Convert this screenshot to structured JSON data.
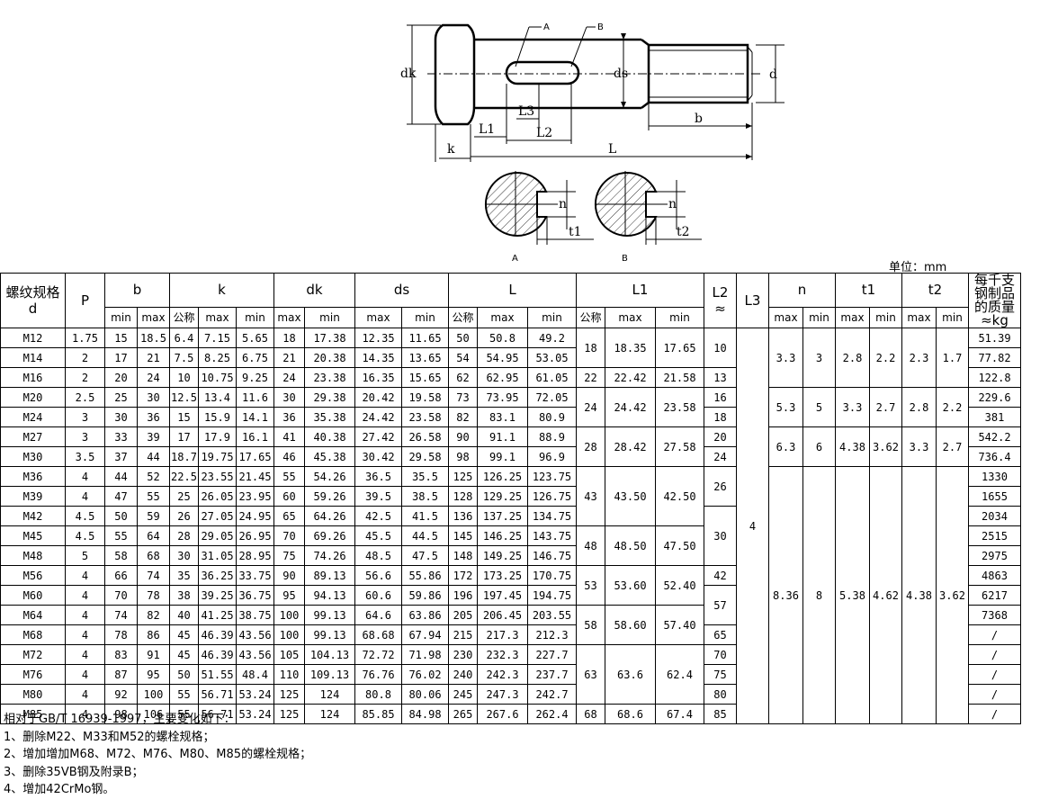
{
  "drawing": {
    "labels": {
      "A_top": "A",
      "B_top": "B",
      "dk": "dk",
      "ds": "ds",
      "d": "d",
      "L1": "L1",
      "L3": "L3",
      "L2": "L2",
      "b": "b",
      "k": "k",
      "L": "L",
      "n_a": "n",
      "t1": "t1",
      "n_b": "n",
      "t2": "t2",
      "A_bottom": "A",
      "B_bottom": "B"
    }
  },
  "unit_label": "单位：mm",
  "table": {
    "headers": {
      "d_title": "螺纹规格 d",
      "P": "P",
      "b": "b",
      "k": "k",
      "dk": "dk",
      "ds": "ds",
      "L": "L",
      "L1": "L1",
      "L2": "L2 ≈",
      "L3": "L3",
      "n": "n",
      "t1": "t1",
      "t2": "t2",
      "mass": "每千支钢制品的质量≈kg",
      "min": "min",
      "max": "max",
      "nominal": "公称"
    },
    "rows": [
      [
        "M12",
        "1.75",
        "15",
        "18.5",
        "6.4",
        "7.15",
        "5.65",
        "18",
        "17.38",
        "12.35",
        "11.65",
        "50",
        "50.8",
        "49.2",
        "51.39"
      ],
      [
        "M14",
        "2",
        "17",
        "21",
        "7.5",
        "8.25",
        "6.75",
        "21",
        "20.38",
        "14.35",
        "13.65",
        "54",
        "54.95",
        "53.05",
        "77.82"
      ],
      [
        "M16",
        "2",
        "20",
        "24",
        "10",
        "10.75",
        "9.25",
        "24",
        "23.38",
        "16.35",
        "15.65",
        "62",
        "62.95",
        "61.05",
        "122.8"
      ],
      [
        "M20",
        "2.5",
        "25",
        "30",
        "12.5",
        "13.4",
        "11.6",
        "30",
        "29.38",
        "20.42",
        "19.58",
        "73",
        "73.95",
        "72.05",
        "229.6"
      ],
      [
        "M24",
        "3",
        "30",
        "36",
        "15",
        "15.9",
        "14.1",
        "36",
        "35.38",
        "24.42",
        "23.58",
        "82",
        "83.1",
        "80.9",
        "381"
      ],
      [
        "M27",
        "3",
        "33",
        "39",
        "17",
        "17.9",
        "16.1",
        "41",
        "40.38",
        "27.42",
        "26.58",
        "90",
        "91.1",
        "88.9",
        "542.2"
      ],
      [
        "M30",
        "3.5",
        "37",
        "44",
        "18.7",
        "19.75",
        "17.65",
        "46",
        "45.38",
        "30.42",
        "29.58",
        "98",
        "99.1",
        "96.9",
        "736.4"
      ],
      [
        "M36",
        "4",
        "44",
        "52",
        "22.5",
        "23.55",
        "21.45",
        "55",
        "54.26",
        "36.5",
        "35.5",
        "125",
        "126.25",
        "123.75",
        "1330"
      ],
      [
        "M39",
        "4",
        "47",
        "55",
        "25",
        "26.05",
        "23.95",
        "60",
        "59.26",
        "39.5",
        "38.5",
        "128",
        "129.25",
        "126.75",
        "1655"
      ],
      [
        "M42",
        "4.5",
        "50",
        "59",
        "26",
        "27.05",
        "24.95",
        "65",
        "64.26",
        "42.5",
        "41.5",
        "136",
        "137.25",
        "134.75",
        "2034"
      ],
      [
        "M45",
        "4.5",
        "55",
        "64",
        "28",
        "29.05",
        "26.95",
        "70",
        "69.26",
        "45.5",
        "44.5",
        "145",
        "146.25",
        "143.75",
        "2515"
      ],
      [
        "M48",
        "5",
        "58",
        "68",
        "30",
        "31.05",
        "28.95",
        "75",
        "74.26",
        "48.5",
        "47.5",
        "148",
        "149.25",
        "146.75",
        "2975"
      ],
      [
        "M56",
        "4",
        "66",
        "74",
        "35",
        "36.25",
        "33.75",
        "90",
        "89.13",
        "56.6",
        "55.86",
        "172",
        "173.25",
        "170.75",
        "4863"
      ],
      [
        "M60",
        "4",
        "70",
        "78",
        "38",
        "39.25",
        "36.75",
        "95",
        "94.13",
        "60.6",
        "59.86",
        "196",
        "197.45",
        "194.75",
        "6217"
      ],
      [
        "M64",
        "4",
        "74",
        "82",
        "40",
        "41.25",
        "38.75",
        "100",
        "99.13",
        "64.6",
        "63.86",
        "205",
        "206.45",
        "203.55",
        "7368"
      ],
      [
        "M68",
        "4",
        "78",
        "86",
        "45",
        "46.39",
        "43.56",
        "100",
        "99.13",
        "68.68",
        "67.94",
        "215",
        "217.3",
        "212.3",
        "/"
      ],
      [
        "M72",
        "4",
        "83",
        "91",
        "45",
        "46.39",
        "43.56",
        "105",
        "104.13",
        "72.72",
        "71.98",
        "230",
        "232.3",
        "227.7",
        "/"
      ],
      [
        "M76",
        "4",
        "87",
        "95",
        "50",
        "51.55",
        "48.4",
        "110",
        "109.13",
        "76.76",
        "76.02",
        "240",
        "242.3",
        "237.7",
        "/"
      ],
      [
        "M80",
        "4",
        "92",
        "100",
        "55",
        "56.71",
        "53.24",
        "125",
        "124",
        "80.8",
        "80.06",
        "245",
        "247.3",
        "242.7",
        "/"
      ],
      [
        "M85",
        "4",
        "98",
        "106",
        "55",
        "56.71",
        "53.24",
        "125",
        "124",
        "85.85",
        "84.98",
        "265",
        "267.6",
        "262.4",
        "/"
      ]
    ],
    "L1_groups": [
      {
        "rows": 2,
        "nom": "18",
        "max": "18.35",
        "min": "17.65"
      },
      {
        "rows": 1,
        "nom": "22",
        "max": "22.42",
        "min": "21.58"
      },
      {
        "rows": 2,
        "nom": "24",
        "max": "24.42",
        "min": "23.58"
      },
      {
        "rows": 2,
        "nom": "28",
        "max": "28.42",
        "min": "27.58"
      },
      {
        "rows": 3,
        "nom": "43",
        "max": "43.50",
        "min": "42.50"
      },
      {
        "rows": 2,
        "nom": "48",
        "max": "48.50",
        "min": "47.50"
      },
      {
        "rows": 2,
        "nom": "53",
        "max": "53.60",
        "min": "52.40"
      },
      {
        "rows": 2,
        "nom": "58",
        "max": "58.60",
        "min": "57.40"
      },
      {
        "rows": 3,
        "nom": "63",
        "max": "63.6",
        "min": "62.4"
      },
      {
        "rows": 1,
        "nom": "68",
        "max": "68.6",
        "min": "67.4"
      }
    ],
    "L2_groups": [
      {
        "rows": 2,
        "val": "10"
      },
      {
        "rows": 1,
        "val": "13"
      },
      {
        "rows": 1,
        "val": "16"
      },
      {
        "rows": 1,
        "val": "18"
      },
      {
        "rows": 1,
        "val": "20"
      },
      {
        "rows": 1,
        "val": "24"
      },
      {
        "rows": 2,
        "val": "26"
      },
      {
        "rows": 3,
        "val": "30"
      },
      {
        "rows": 1,
        "val": "42"
      },
      {
        "rows": 2,
        "val": "57"
      },
      {
        "rows": 1,
        "val": "65"
      },
      {
        "rows": 1,
        "val": "70"
      },
      {
        "rows": 1,
        "val": "75"
      },
      {
        "rows": 1,
        "val": "80"
      },
      {
        "rows": 1,
        "val": "85"
      }
    ],
    "L3_value": "4",
    "ngt_groups": [
      {
        "rows": 3,
        "vals": [
          "3.3",
          "3",
          "2.8",
          "2.2",
          "2.3",
          "1.7"
        ]
      },
      {
        "rows": 2,
        "vals": [
          "5.3",
          "5",
          "3.3",
          "2.7",
          "2.8",
          "2.2"
        ]
      },
      {
        "rows": 2,
        "vals": [
          "6.3",
          "6",
          "4.38",
          "3.62",
          "3.3",
          "2.7"
        ]
      },
      {
        "rows": 13,
        "vals": [
          "8.36",
          "8",
          "5.38",
          "4.62",
          "4.38",
          "3.62"
        ]
      }
    ]
  },
  "notes": [
    "相对于GB/T 16939-1997，主要变化如下：",
    "1、删除M22、M33和M52的螺栓规格；",
    "2、增加增加M68、M72、M76、M80、M85的螺栓规格；",
    "3、删除35VB钢及附录B；",
    "4、增加42CrMo钢。"
  ]
}
